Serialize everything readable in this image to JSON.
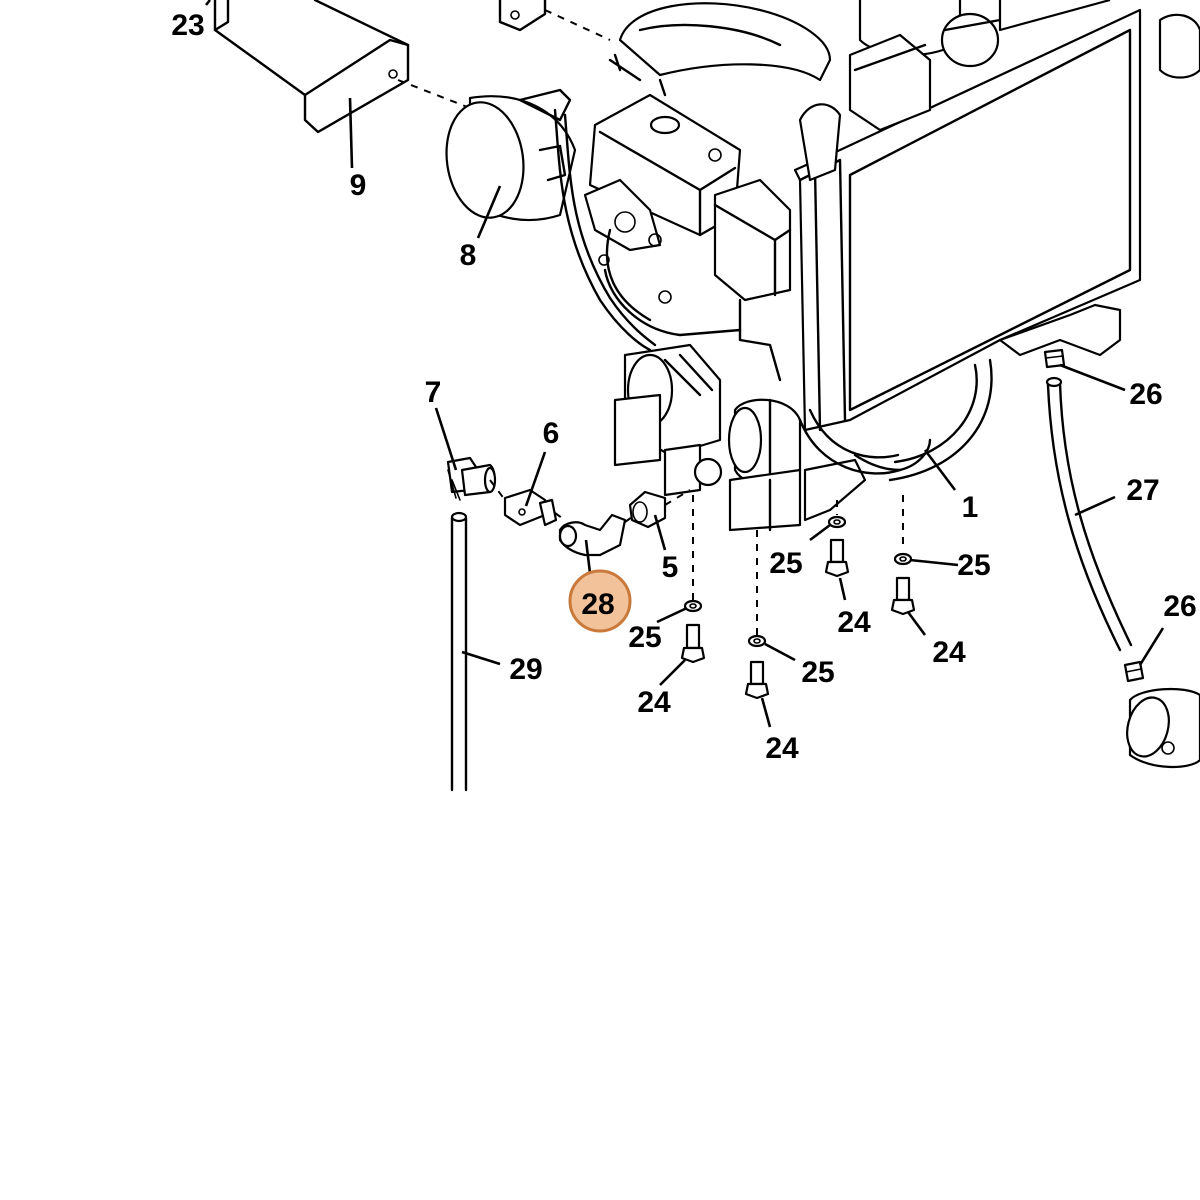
{
  "diagram": {
    "highlight_color": "#f2c29a",
    "highlight_stroke": "#c97a3a",
    "callouts": {
      "c23": "23",
      "c9": "9",
      "c8": "8",
      "c7": "7",
      "c6": "6",
      "c28": "28",
      "c5": "5",
      "c1": "1",
      "c26a": "26",
      "c27": "27",
      "c26b": "26",
      "c29": "29",
      "c25a": "25",
      "c25b": "25",
      "c25c": "25",
      "c25d": "25",
      "c24a": "24",
      "c24b": "24",
      "c24c": "24",
      "c24d": "24"
    }
  }
}
